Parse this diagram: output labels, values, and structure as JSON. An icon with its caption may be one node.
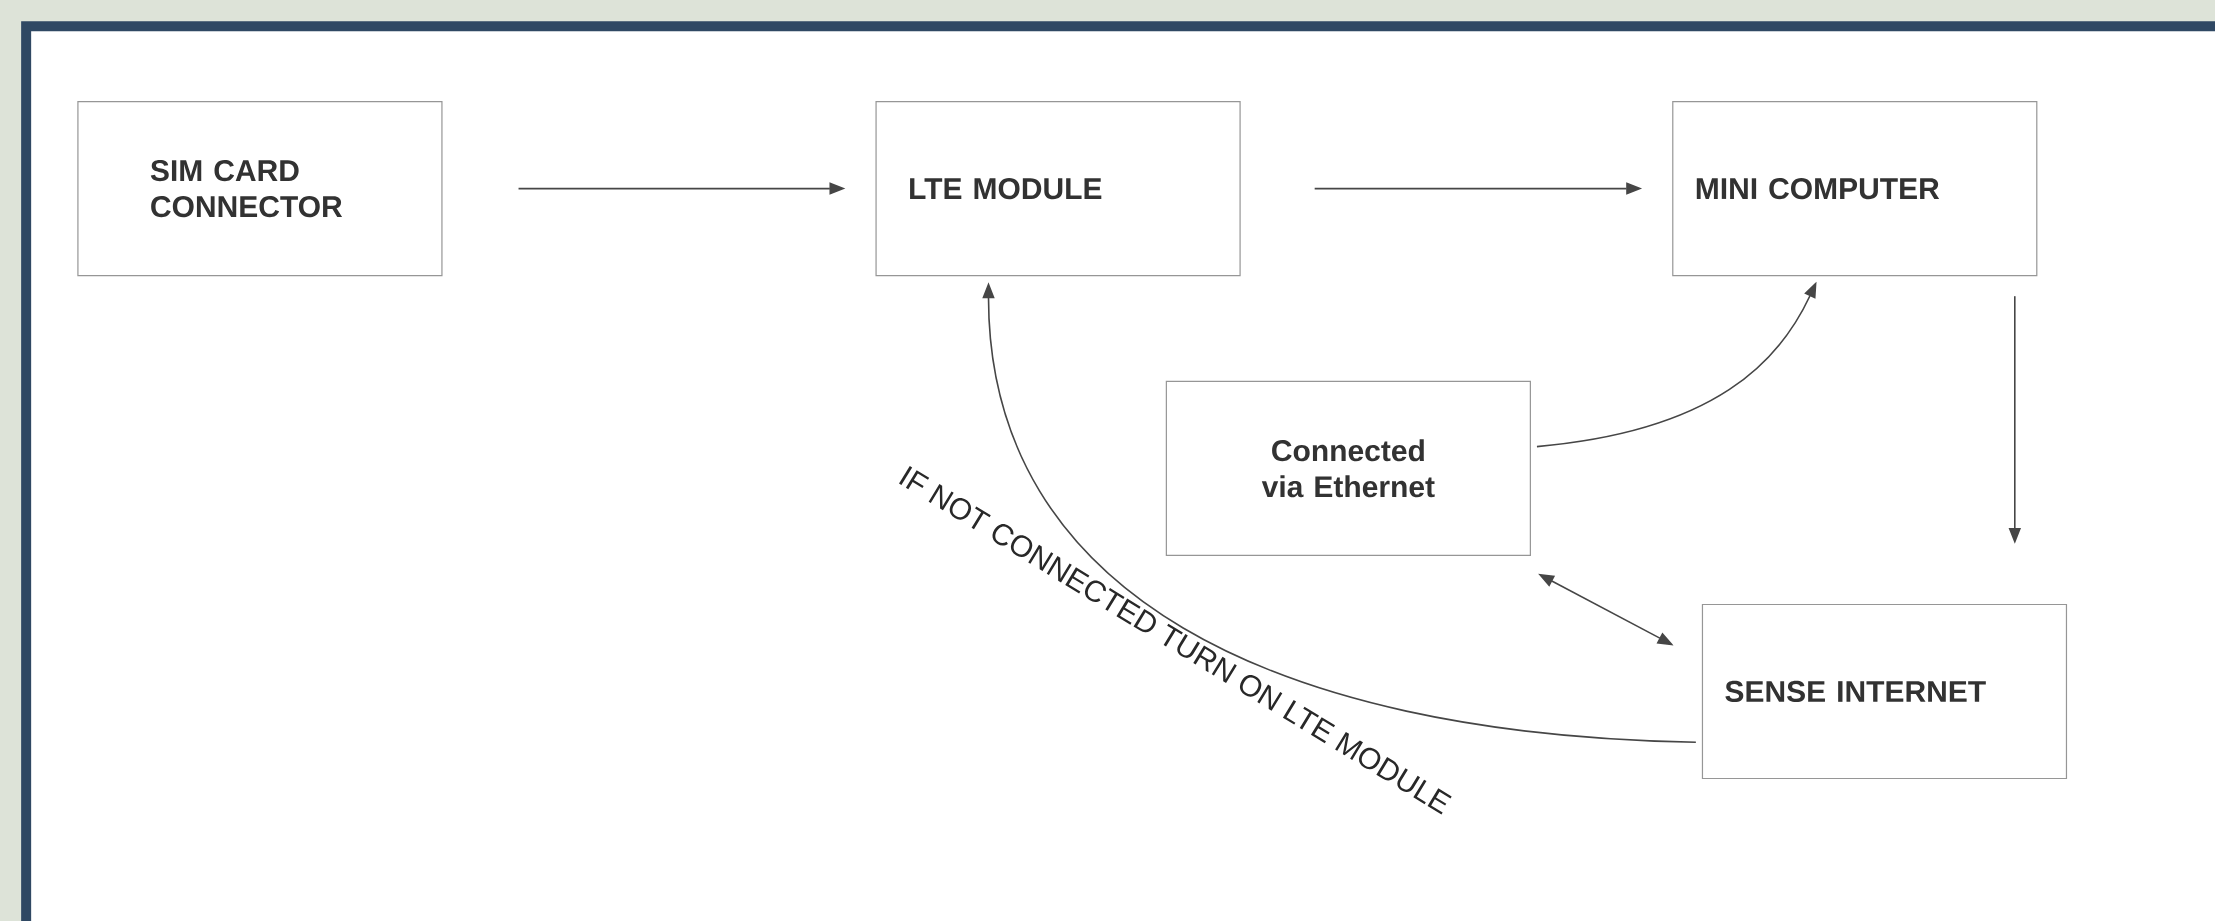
{
  "diagram": {
    "nodes": [
      {
        "text": [
          "SIM CARD CONNECTOR"
        ]
      },
      {
        "text": [
          "LTE MODULE"
        ]
      },
      {
        "text": [
          "MINI COMPUTER"
        ]
      },
      {
        "text": [
          "Connected via Ethernet"
        ]
      },
      {
        "text": [
          "SENSE INTERNET"
        ]
      }
    ],
    "edges": [
      {
        "from": 0,
        "to": 1,
        "arrow": "to"
      },
      {
        "from": 1,
        "to": 2,
        "arrow": "to"
      },
      {
        "from": 2,
        "to": 4,
        "arrow": "to"
      },
      {
        "from": 3,
        "to": 2,
        "arrow": "to"
      },
      {
        "from": 3,
        "to": 4,
        "arrow": "both"
      },
      {
        "from": 4,
        "to": 1,
        "arrow": "to",
        "label": "IF NOT CONNECTED TURN ON LTE MODULE"
      }
    ]
  }
}
